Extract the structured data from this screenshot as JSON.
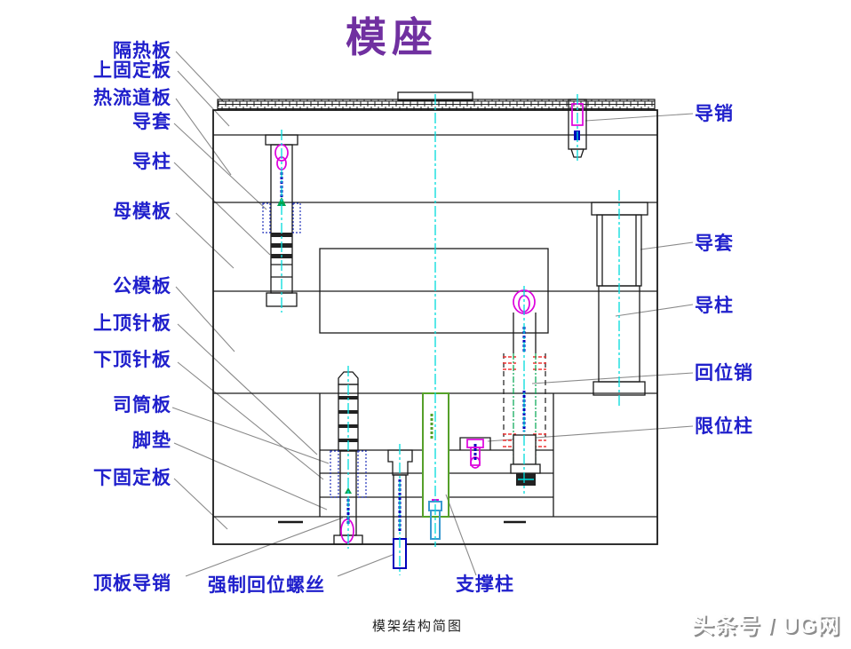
{
  "title": "模座",
  "caption": "模架结构简图",
  "watermark": "头条号 / UG网",
  "colors": {
    "label_blue": "#2020cc",
    "title_purple": "#7030a0",
    "centerline_cyan": "#00dcdc",
    "detail_magenta": "#dd00dd",
    "detail_green": "#00a550",
    "support_pillar_green": "#55a02a",
    "detail_red": "#ee3333",
    "detail_blue": "#0000bb",
    "screw_light_blue": "#3a9ad0",
    "leader_gray": "#8a8a8a",
    "line_black": "#1a1a1a"
  },
  "labels": {
    "left": [
      "隔热板",
      "上固定板",
      "热流道板",
      "导套",
      "导柱",
      "母模板",
      "公模板",
      "上顶针板",
      "下顶针板",
      "司筒板",
      "脚垫",
      "下固定板"
    ],
    "right": [
      "导销",
      "导套",
      "导柱",
      "回位销",
      "限位柱"
    ],
    "bottom": [
      "顶板导销",
      "强制回位螺丝",
      "支撑柱"
    ]
  }
}
